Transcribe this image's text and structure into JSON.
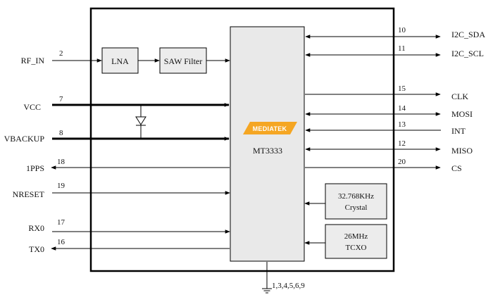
{
  "blocks": {
    "lna": "LNA",
    "saw": "SAW Filter",
    "chip": "MT3333",
    "logo": "MEDIATEK",
    "crystal_line1": "32.768KHz",
    "crystal_line2": "Crystal",
    "tcxo_line1": "26MHz",
    "tcxo_line2": "TCXO"
  },
  "left_pins": [
    {
      "name": "RF_IN",
      "pin": "2"
    },
    {
      "name": "VCC",
      "pin": "7"
    },
    {
      "name": "VBACKUP",
      "pin": "8"
    },
    {
      "name": "1PPS",
      "pin": "18"
    },
    {
      "name": "NRESET",
      "pin": "19"
    },
    {
      "name": "RX0",
      "pin": "17"
    },
    {
      "name": "TX0",
      "pin": "16"
    }
  ],
  "right_pins": [
    {
      "name": "I2C_SDA",
      "pin": "10"
    },
    {
      "name": "I2C_SCL",
      "pin": "11"
    },
    {
      "name": "CLK",
      "pin": "15"
    },
    {
      "name": "MOSI",
      "pin": "14"
    },
    {
      "name": "INT",
      "pin": "13"
    },
    {
      "name": "MISO",
      "pin": "12"
    },
    {
      "name": "CS",
      "pin": "20"
    }
  ],
  "ground": {
    "pins": "1,3,4,5,6,9"
  },
  "colors": {
    "logo": "#f5a623",
    "chip_fill": "#e9e9e9",
    "box_fill": "#ececec",
    "stroke": "#000000"
  }
}
